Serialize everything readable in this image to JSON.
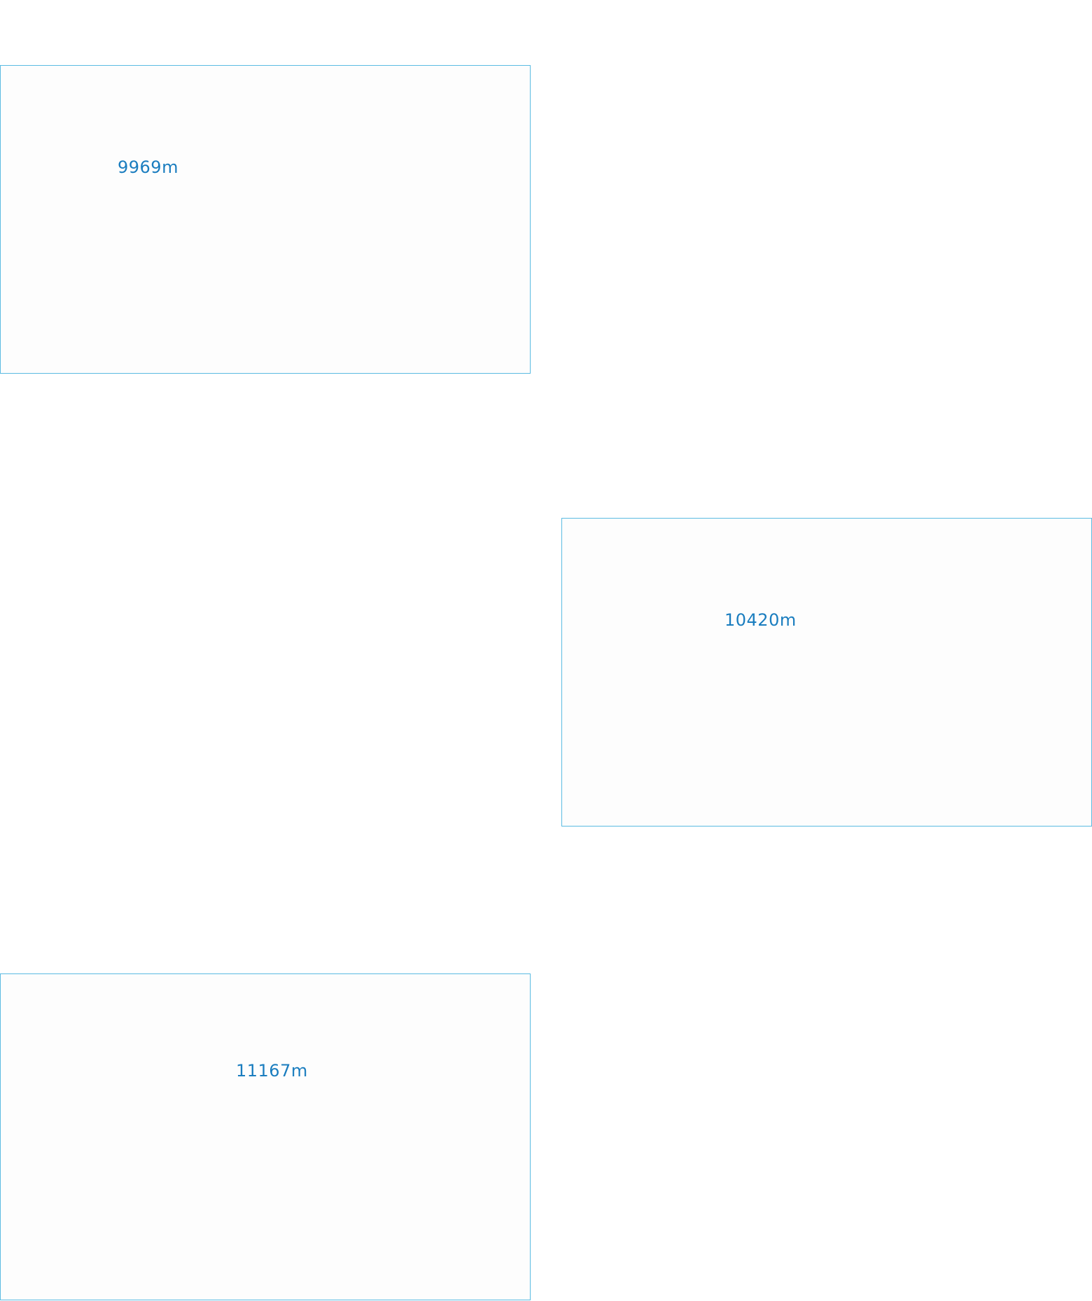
{
  "cards": [
    {
      "label": "9969m"
    },
    {
      "label": "10420m"
    },
    {
      "label": "11167m"
    }
  ],
  "colors": {
    "border": "#5bbbe2",
    "text": "#1a7dbf",
    "card_background": "#fdfdfd",
    "page_background": "#ffffff"
  }
}
